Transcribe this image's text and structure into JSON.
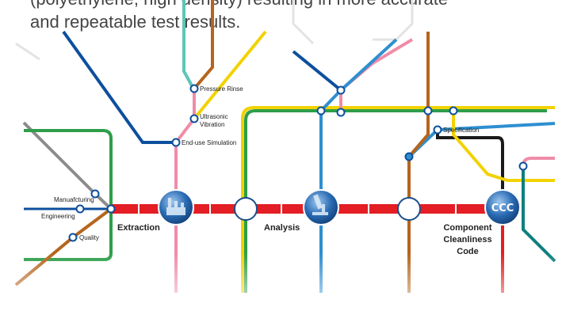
{
  "intro": {
    "line1": "(polyethylene, high density) resulting in more accurate",
    "line2": "and repeatable test results."
  },
  "stations": {
    "pressure_rinse": "Pressure Rinse",
    "ultrasonic_line1": "Ultrasonic",
    "ultrasonic_line2": "Vibration",
    "end_use": "End-use Simulation",
    "specification": "Specification",
    "manufacturing": "Manuafcturing",
    "engineering": "Engineering",
    "quality": "Quality"
  },
  "hubs": {
    "extraction": "Extraction",
    "analysis": "Analysis",
    "ccc_line1": "Component",
    "ccc_line2": "Cleanliness",
    "ccc_line3": "Code",
    "ccc_icon_text": "CCC"
  },
  "colors": {
    "main_red": "#e31e24",
    "green": "#2e9e4a",
    "yellow": "#f2d200",
    "blue": "#2e8fd0",
    "navy": "#0d4f9e",
    "pink": "#f08ca8",
    "brown": "#b5651d",
    "gray": "#8c8c8c",
    "teal": "#0f7f7f",
    "black": "#1a1a1a",
    "hub_blue": "#2a6cb5"
  },
  "icons": {
    "extraction_hub": "factory-icon",
    "analysis_hub": "microscope-icon",
    "ccc_hub": "ccc-badge-icon"
  }
}
